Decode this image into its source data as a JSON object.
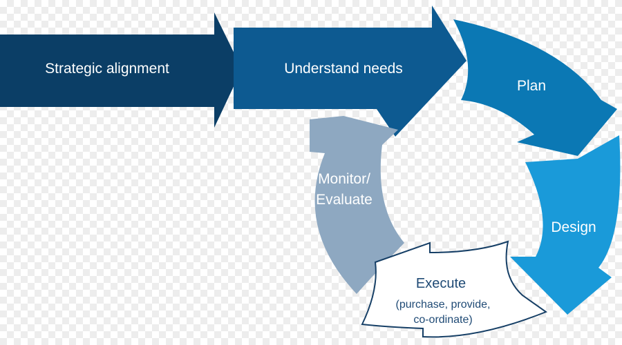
{
  "stages": {
    "strategic": {
      "label": "Strategic alignment"
    },
    "understand": {
      "label": "Understand needs"
    },
    "plan": {
      "label": "Plan"
    },
    "design": {
      "label": "Design"
    },
    "execute": {
      "label": "Execute",
      "sub_line1": "(purchase, provide,",
      "sub_line2": "co-ordinate)"
    },
    "monitor": {
      "label_line1": "Monitor/",
      "label_line2": "Evaluate"
    }
  },
  "colors": {
    "strategic": "#0b3e66",
    "understand": "#0d5a91",
    "plan": "#0b78b4",
    "design": "#1a9ad9",
    "monitor": "#8ea8c1",
    "execute_outline": "#163f66",
    "execute_fill": "#ffffff"
  }
}
